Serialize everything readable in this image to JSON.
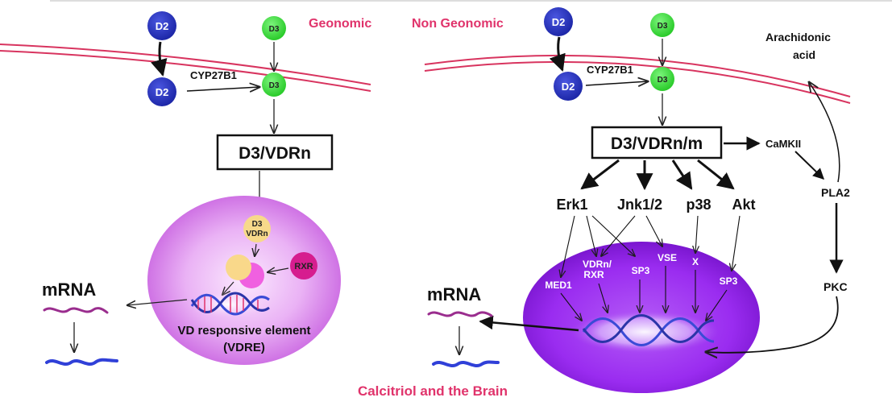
{
  "headings": {
    "left": "Geonomic",
    "right": "Non Geonomic",
    "footer": "Calcitriol and the Brain"
  },
  "left": {
    "d2_outside": "D2",
    "d3_outside": "D3",
    "d2_inside": "D2",
    "d3_inside": "D3",
    "enzyme": "CYP27B1",
    "complex": "D3/VDRn",
    "nuclear_complex_line1": "D3",
    "nuclear_complex_line2": "VDRn",
    "rxr": "RXR",
    "element_line1": "VD responsive element",
    "element_line2": "(VDRE)",
    "mrna": "mRNA"
  },
  "right": {
    "d2_outside": "D2",
    "d3_outside": "D3",
    "d2_inside": "D2",
    "d3_inside": "D3",
    "enzyme": "CYP27B1",
    "complex": "D3/VDRn/m",
    "arachidonic_line1": "Arachidonic",
    "arachidonic_line2": "acid",
    "camkii": "CaMKII",
    "pla2": "PLA2",
    "pkc": "PKC",
    "kinases": [
      "Erk1",
      "Jnk1/2",
      "p38",
      "Akt"
    ],
    "factors": {
      "med1": "MED1",
      "vdrn_rxr_line1": "VDRn/",
      "vdrn_rxr_line2": "RXR",
      "sp3_a": "SP3",
      "vse": "VSE",
      "x": "X",
      "sp3_b": "SP3"
    },
    "mrna": "mRNA"
  },
  "colors": {
    "membrane": "#d8345f",
    "d2": "#2a36c4",
    "d3": "#3ee63e",
    "heading_pink": "#e0336b",
    "left_nucleus": "#e7a6f2",
    "right_nucleus": "#9a2cf0",
    "rxr": "#d61d8f",
    "mrna_top": "#9a2d8e",
    "mrna_bottom": "#3040d8"
  }
}
